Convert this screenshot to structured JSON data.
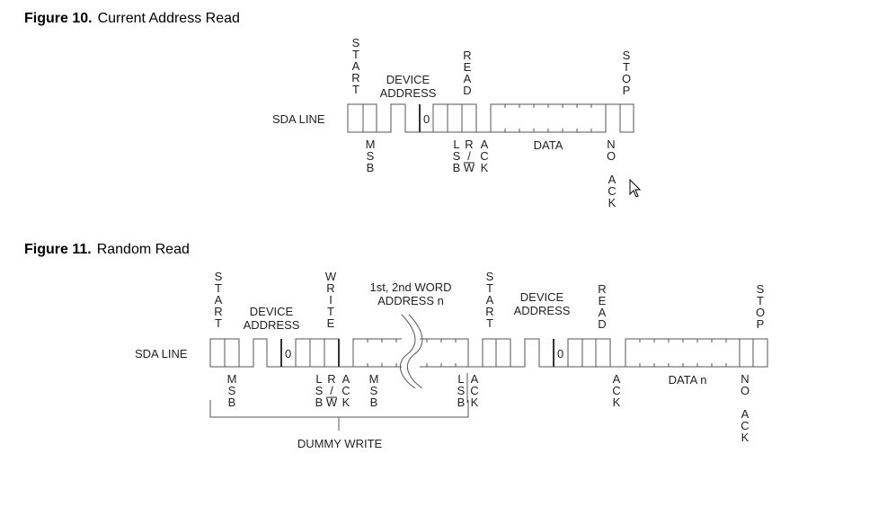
{
  "figure10": {
    "number": "Figure 10.",
    "title": "Current Address Read",
    "sda_label": "SDA LINE",
    "start": "START",
    "device": "DEVICE",
    "address": "ADDRESS",
    "read": "READ",
    "stop": "STOP",
    "zero": "0",
    "msb": "MSB",
    "lsb": "LSB",
    "rw": "R/W",
    "ack": "ACK",
    "data": "DATA",
    "no": "NO",
    "no_ack": "ACK"
  },
  "figure11": {
    "number": "Figure 11.",
    "title": "Random Read",
    "sda_label": "SDA LINE",
    "start1": "START",
    "device1": "DEVICE",
    "address1": "ADDRESS",
    "write": "WRITE",
    "word_line1": "1st, 2nd WORD",
    "word_line2": "ADDRESS n",
    "start2": "START",
    "device2": "DEVICE",
    "address2": "ADDRESS",
    "read": "READ",
    "stop": "STOP",
    "zero1": "0",
    "zero2": "0",
    "msb1": "MSB",
    "lsb1": "LSB",
    "rw": "R/W",
    "ack1": "ACK",
    "msb2": "MSB",
    "lsb2": "LSB",
    "ack2": "ACK",
    "ack3": "ACK",
    "data": "DATA n",
    "no": "NO",
    "no_ack": "ACK",
    "dummy_write": "DUMMY WRITE"
  }
}
